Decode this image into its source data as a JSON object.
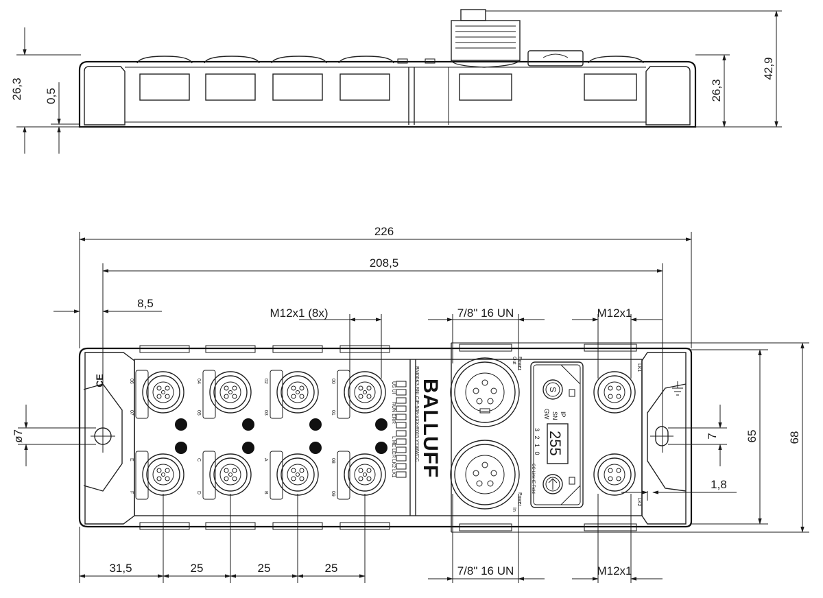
{
  "side_view": {
    "dims": {
      "left_height": "26,3",
      "left_offset": "0,5",
      "right_height": "26,3",
      "total_height": "42,9"
    }
  },
  "top_view": {
    "dims": {
      "overall_length": "226",
      "mount_hole_spacing": "208,5",
      "hole_offset": "8,5",
      "port_thread_top": "M12x1 (8x)",
      "power_thread_top": "7/8\" 16 UN",
      "network_thread_top": "M12x1",
      "first_port_offset": "31,5",
      "pitch_1": "25",
      "pitch_2": "25",
      "pitch_3": "25",
      "power_thread_bottom": "7/8\" 16 UN",
      "network_thread_bottom": "M12x1",
      "hole_diameter": "ø7",
      "hole_size_right": "7",
      "width_inner": "65",
      "width_outer": "68",
      "edge_offset": "1,8"
    },
    "labels": {
      "ports_top": [
        "06",
        "04",
        "02",
        "00"
      ],
      "ports_top_b": [
        "07",
        "05",
        "03",
        "01"
      ],
      "ports_bottom": [
        "E",
        "C",
        "A",
        "08"
      ],
      "ports_bottom_b": [
        "F",
        "D",
        "B",
        "09"
      ],
      "ce_mark": "CE",
      "led_group_a": "US UI",
      "led_group_b": "RUN ERR",
      "led_group_c": "L ME  LER  LK2  LK1",
      "model": "BNI00K3  BNI CIE-508-XXX-R015  YYWWCC",
      "brand": "BALLUFF",
      "power_out_1": "Power",
      "power_out_2": "Out",
      "power_in_1": "Power",
      "power_in_2": "In",
      "ip_label": "IP",
      "sn_label": "SN",
      "gw_label": "GW",
      "digit_row": "3  2  1  0",
      "display_value": "255",
      "button_s": "S",
      "cclink_logo": "CC-Link IE Field",
      "lk1": "LK1",
      "lk2": "LK2"
    }
  }
}
